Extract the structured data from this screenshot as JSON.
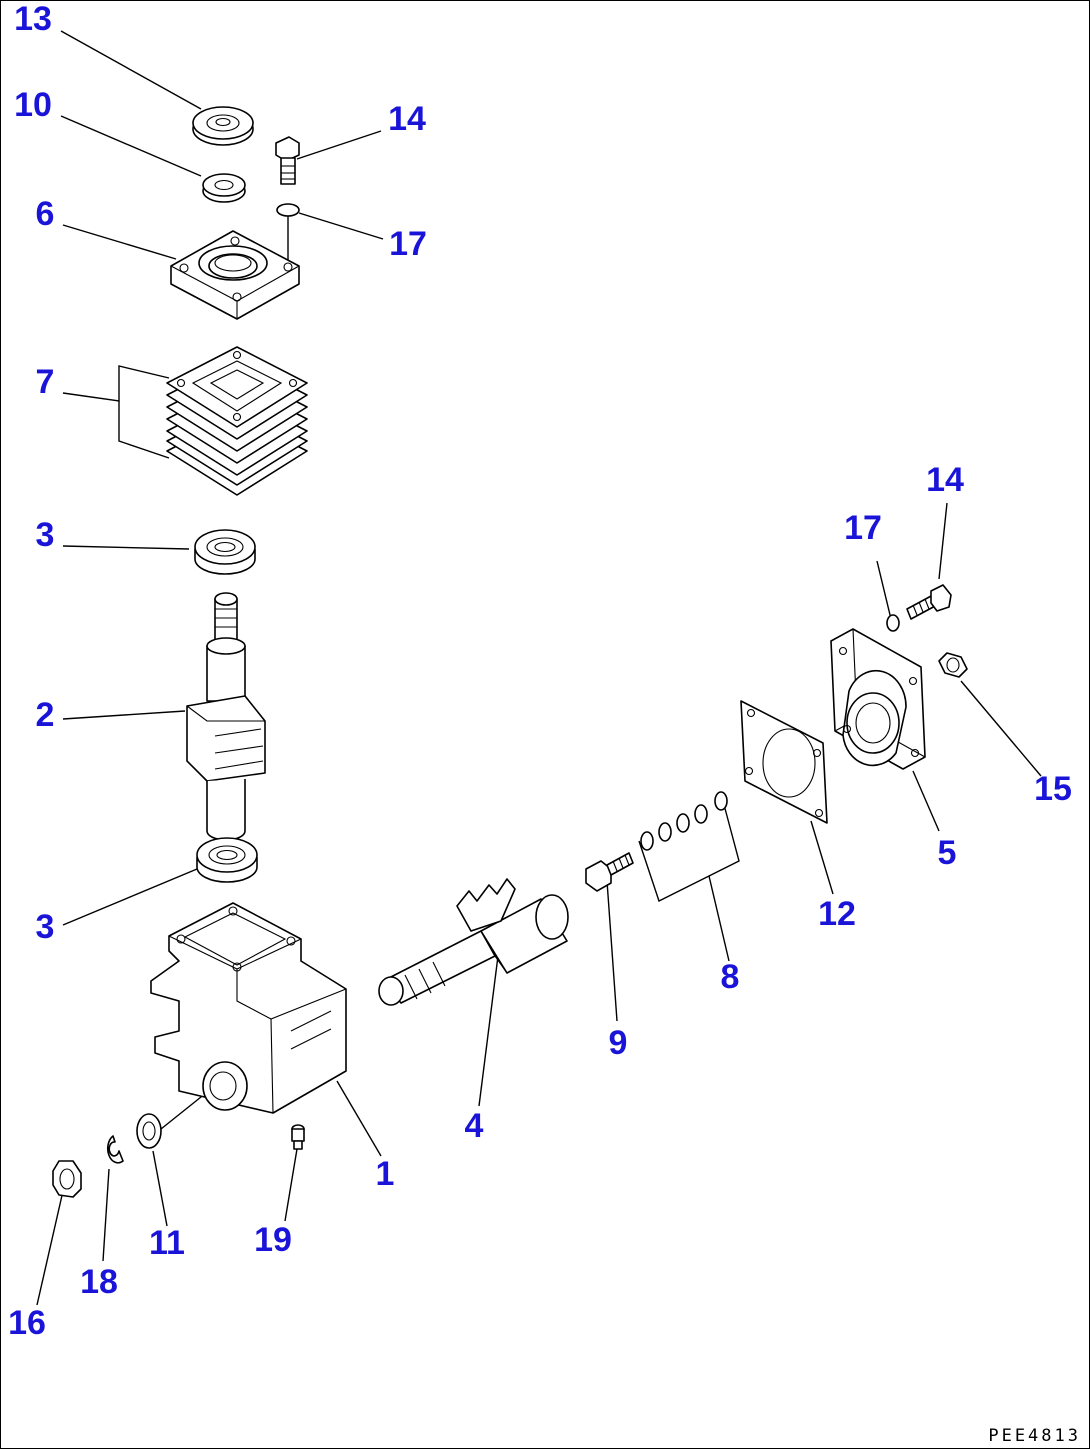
{
  "colors": {
    "callout": "#1a14d8",
    "line": "#000000",
    "background": "#ffffff"
  },
  "drawing_code": "PEE4813",
  "callouts": [
    {
      "id": "13",
      "label": "13"
    },
    {
      "id": "10",
      "label": "10"
    },
    {
      "id": "14a",
      "label": "14"
    },
    {
      "id": "6",
      "label": "6"
    },
    {
      "id": "17a",
      "label": "17"
    },
    {
      "id": "7",
      "label": "7"
    },
    {
      "id": "3a",
      "label": "3"
    },
    {
      "id": "2",
      "label": "2"
    },
    {
      "id": "3b",
      "label": "3"
    },
    {
      "id": "17b",
      "label": "17"
    },
    {
      "id": "14b",
      "label": "14"
    },
    {
      "id": "15",
      "label": "15"
    },
    {
      "id": "5",
      "label": "5"
    },
    {
      "id": "12",
      "label": "12"
    },
    {
      "id": "8",
      "label": "8"
    },
    {
      "id": "9",
      "label": "9"
    },
    {
      "id": "4",
      "label": "4"
    },
    {
      "id": "1",
      "label": "1"
    },
    {
      "id": "11",
      "label": "11"
    },
    {
      "id": "19",
      "label": "19"
    },
    {
      "id": "18",
      "label": "18"
    },
    {
      "id": "16",
      "label": "16"
    }
  ]
}
